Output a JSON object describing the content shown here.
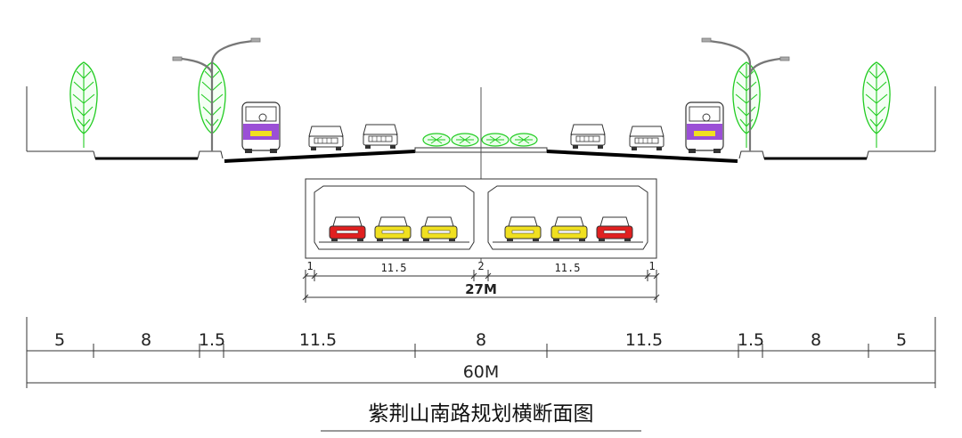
{
  "title": "紫荆山南路规划横断面图",
  "section": {
    "segments": [
      "5",
      "8",
      "1.5",
      "11.5",
      "8",
      "11.5",
      "1.5",
      "8",
      "5"
    ],
    "total": "60M"
  },
  "tunnel": {
    "segments": [
      "1",
      "11.5",
      "2",
      "11.5",
      "1"
    ],
    "total": "27M"
  },
  "colors": {
    "tree": "#22cc22",
    "bus_purple": "#9b4fd6",
    "car_red": "#e02020",
    "car_yellow": "#f0e020",
    "road": "#000000",
    "line": "#444444"
  }
}
